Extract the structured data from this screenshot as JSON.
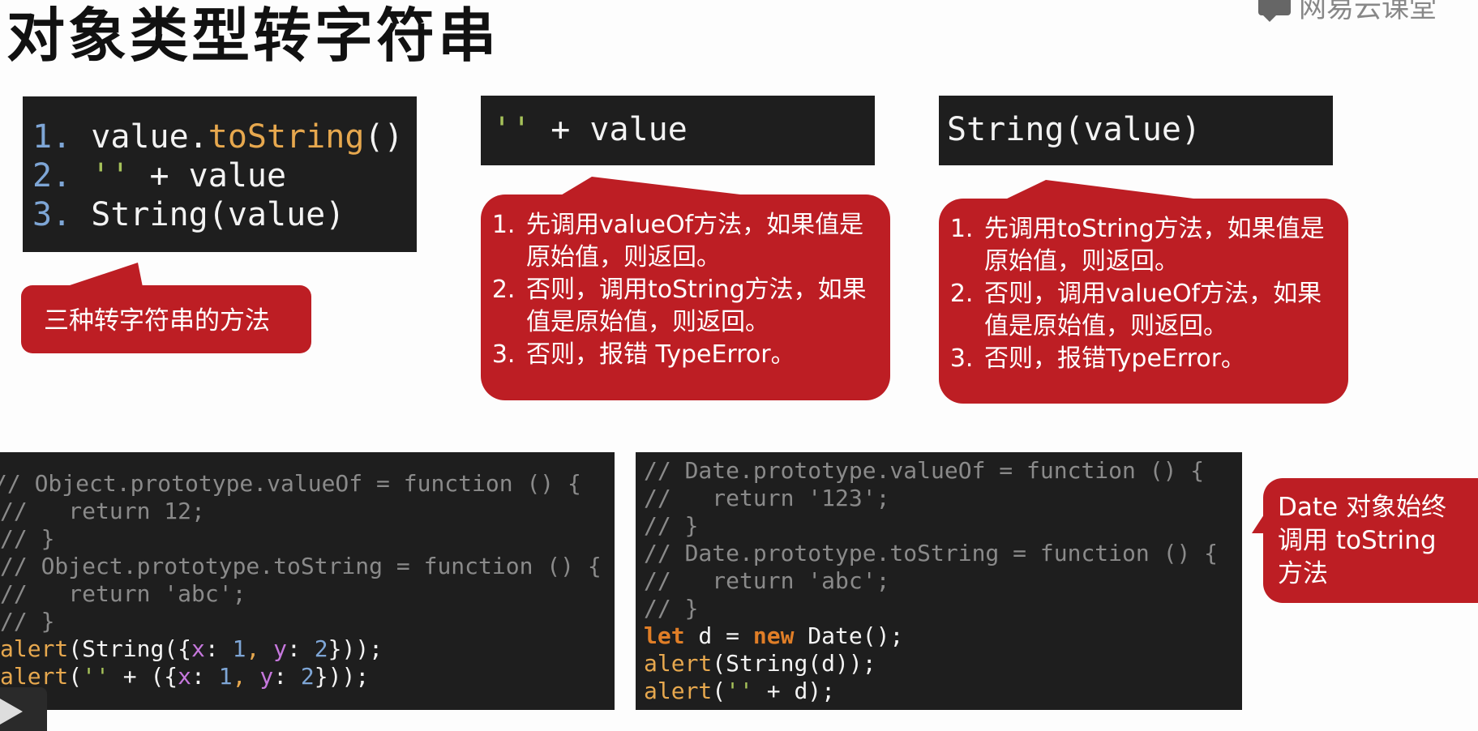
{
  "page": {
    "title": "对象类型转字符串",
    "brand": "网易云课堂"
  },
  "methods_box": {
    "lines": [
      {
        "num": "1.",
        "a": "value.",
        "b": "toString",
        "c": "()"
      },
      {
        "num": "2.",
        "a": "''",
        "b": " + value"
      },
      {
        "num": "3.",
        "a": "String(value)"
      }
    ]
  },
  "methods_callout": "三种转字符串的方法",
  "concat_box": {
    "quote": "''",
    "rest": " + value"
  },
  "string_box": {
    "code": "String(value)"
  },
  "concat_rules": [
    "先调用valueOf方法，如果值是原始值，则返回。",
    "否则，调用toString方法，如果值是原始值，则返回。",
    "否则，报错 TypeError。"
  ],
  "string_rules": [
    "先调用toString方法，如果值是原始值，则返回。",
    "否则，调用valueOf方法，如果值是原始值，则返回。",
    "否则，报错TypeError。"
  ],
  "object_code": {
    "c1": "// Object.prototype.valueOf = function () {",
    "c2": "//   return 12;",
    "c3": "// }",
    "c4": "// Object.prototype.toString = function () {",
    "c5": "//   return 'abc';",
    "c6": "// }",
    "l7": {
      "fn": "alert",
      "a": "(String({",
      "x": "x",
      "b": ": ",
      "n1": "1",
      "sep": ", ",
      "y": "y",
      "c": ": ",
      "n2": "2",
      "d": "}));"
    },
    "l8": {
      "fn": "alert",
      "a": "(",
      "q": "''",
      "b": " + ({",
      "x": "x",
      "c": ": ",
      "n1": "1",
      "sep": ", ",
      "y": "y",
      "d": ": ",
      "n2": "2",
      "e": "}));"
    }
  },
  "date_code": {
    "c1": "// Date.prototype.valueOf = function () {",
    "c2": "//   return '123';",
    "c3": "// }",
    "c4": "// Date.prototype.toString = function () {",
    "c5": "//   return 'abc';",
    "c6": "// }",
    "l7": {
      "kw1": "let",
      "a": " d = ",
      "kw2": "new",
      "b": " Date();"
    },
    "l8": {
      "fn": "alert",
      "a": "(String(d));"
    },
    "l9": {
      "fn": "alert",
      "a": "(",
      "q": "''",
      "b": " + d);"
    }
  },
  "date_callout": "Date 对象始终调用 toString 方法",
  "colors": {
    "bubble": "#bd1e24",
    "code_bg": "#1e1e1e",
    "accent": "#e7a84e"
  }
}
